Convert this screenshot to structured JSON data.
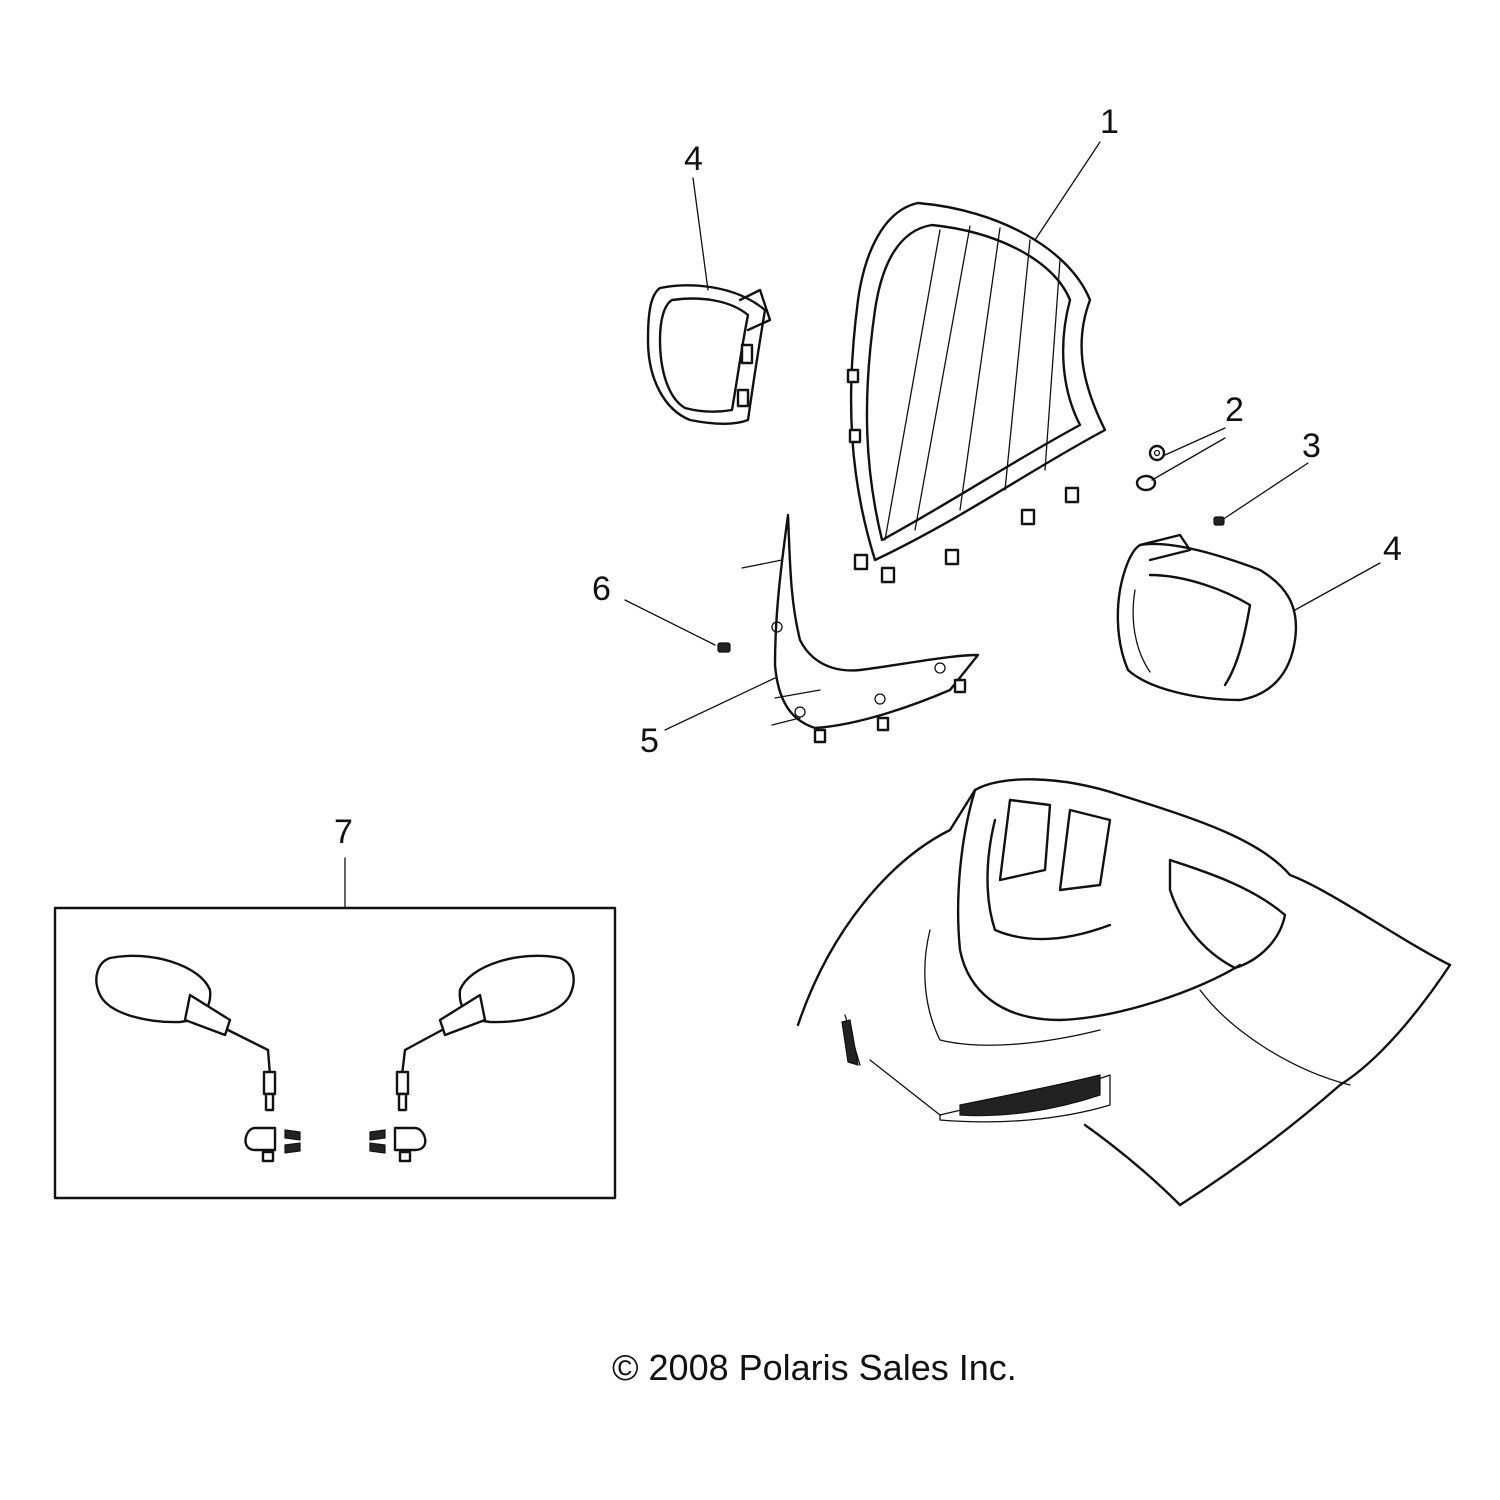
{
  "callouts": {
    "c1": "1",
    "c2": "2",
    "c3": "3",
    "c4a": "4",
    "c4b": "4",
    "c5": "5",
    "c6": "6",
    "c7": "7"
  },
  "copyright": "© 2008 Polaris Sales Inc."
}
